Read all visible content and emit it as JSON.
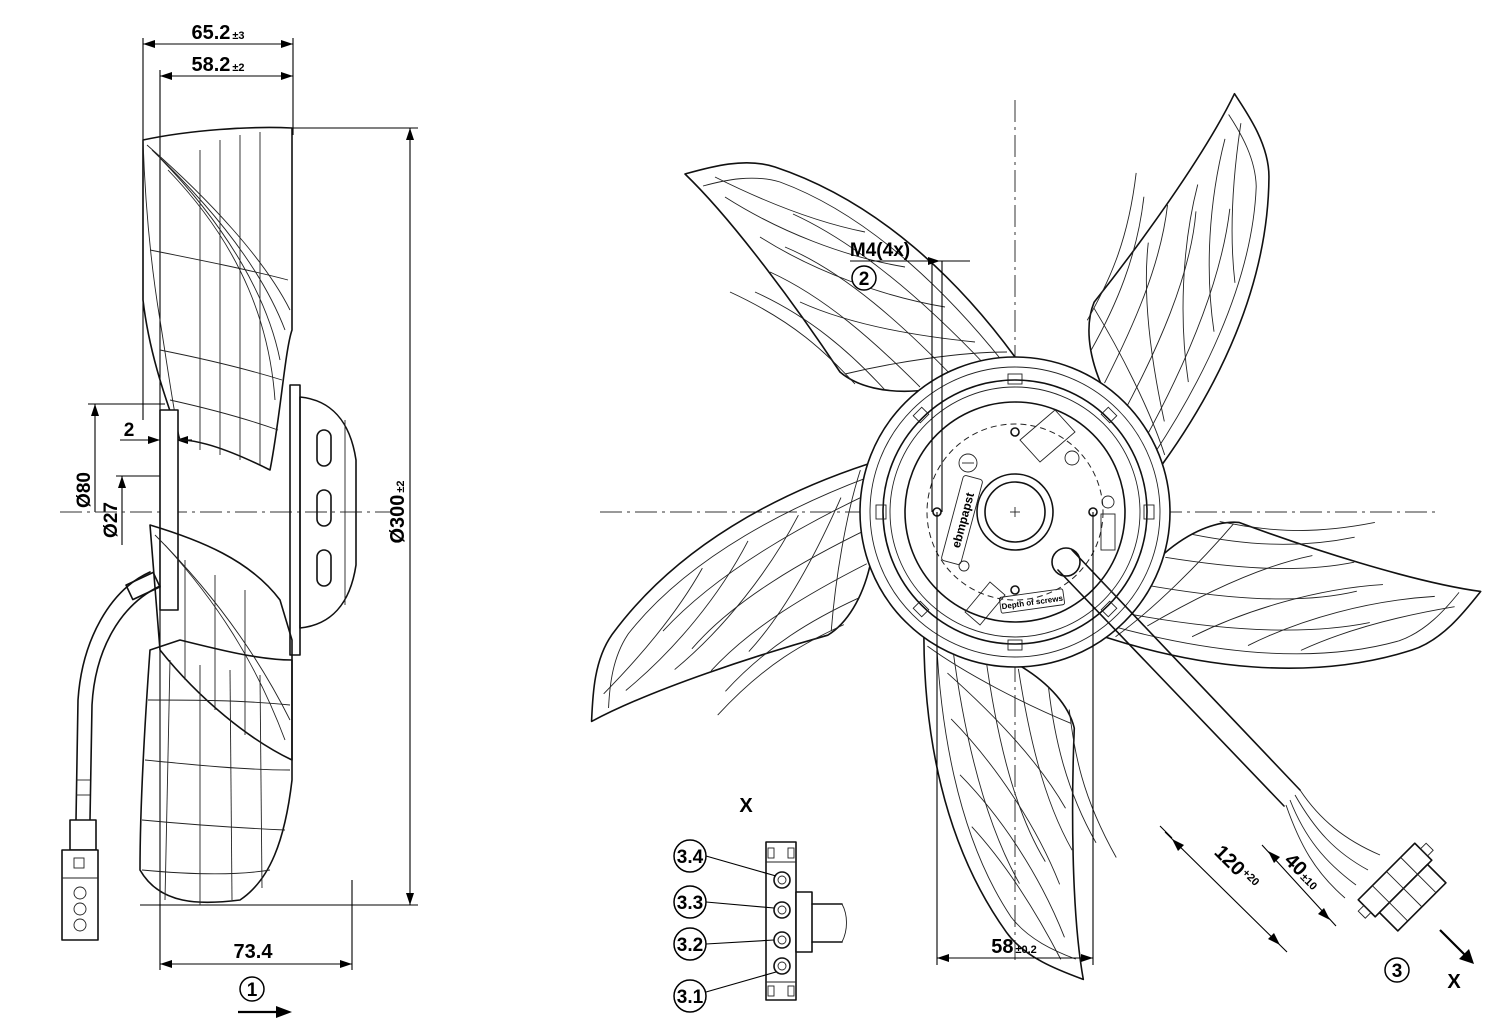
{
  "side_view": {
    "dim_overall_depth": {
      "value": "65.2",
      "tol": "±3"
    },
    "dim_blade_depth": {
      "value": "58.2",
      "tol": "±2"
    },
    "dim_diameter": {
      "value": "Ø300",
      "tol": "±2"
    },
    "dim_hub_d80": {
      "value": "Ø80"
    },
    "dim_hub_d27": {
      "value": "Ø27"
    },
    "dim_offset": {
      "value": "2"
    },
    "dim_total": {
      "value": "73.4"
    },
    "airflow_marker": {
      "value": "1"
    }
  },
  "front_view": {
    "thread_label": {
      "value": "M4(4x)"
    },
    "thread_marker": {
      "value": "2"
    },
    "hole_spacing": {
      "value": "58",
      "tol": "±0.2"
    },
    "cable_length": {
      "value": "120",
      "tol": "+20"
    },
    "strip_length": {
      "value": "40",
      "tol": "±10"
    },
    "cable_marker": {
      "value": "3"
    },
    "view_direction": {
      "value": "X"
    },
    "label_brand": {
      "value": "ebmpapst"
    },
    "label_depth": {
      "value": "Depth of screws"
    }
  },
  "detail_x": {
    "title": "X",
    "pins": [
      "3.4",
      "3.3",
      "3.2",
      "3.1"
    ]
  }
}
